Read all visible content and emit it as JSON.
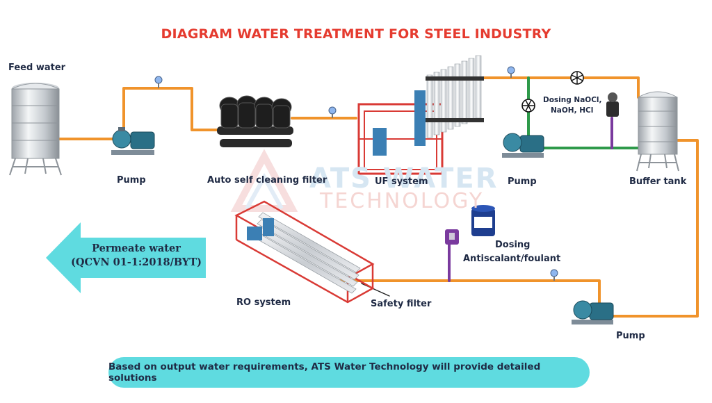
{
  "title": "DIAGRAM WATER TREATMENT FOR STEEL INDUSTRY",
  "labels": {
    "feed_water": "Feed  water",
    "pump_1": "Pump",
    "auto_filter": "Auto self cleaning filter",
    "uf_system": "UF system",
    "pump_2": "Pump",
    "buffer_tank": "Buffer tank",
    "dosing_naocl_1": "Dosing NaOCl,",
    "dosing_naocl_2": "NaOH, HCl",
    "dosing_anti_1": "Dosing",
    "dosing_anti_2": "Antiscalant/foulant",
    "ro_system": "RO system",
    "safety_filter": "Safety filter",
    "pump_3": "Pump"
  },
  "permeate": {
    "line1": "Permeate water",
    "line2": "(QCVN 01-1:2018/BYT)"
  },
  "watermark": {
    "line1": "ATS WATER",
    "line2": "TECHNOLOGY"
  },
  "banner": "Based on output water requirements, ATS Water Technology will provide detailed solutions",
  "colors": {
    "title": "#e53b2f",
    "pipe_main": "#f0932b",
    "pipe_green": "#2e9a4a",
    "pipe_purple": "#7a3a9e",
    "banner_bg": "#5fdbe0",
    "arrow": "#5fdbe0",
    "frame_red": "#d93a35",
    "membrane": "#e6eaee"
  }
}
